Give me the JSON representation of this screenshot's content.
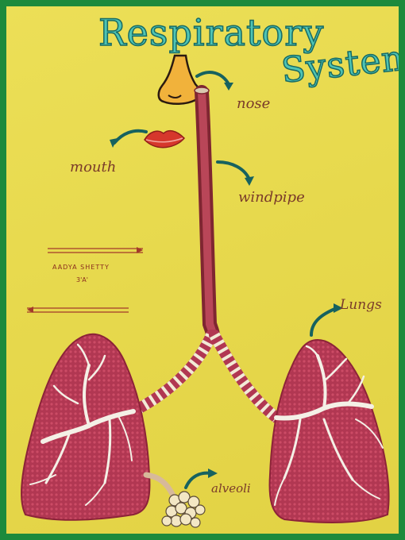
{
  "poster": {
    "title_line1": "Respiratory",
    "title_line2": "System",
    "author": "AADYA SHETTY",
    "class": "3'A'"
  },
  "labels": {
    "nose": "nose",
    "mouth": "mouth",
    "windpipe": "windpipe",
    "lungs": "Lungs",
    "alveoli": "alveoli"
  },
  "colors": {
    "frame": "#1d8a3c",
    "board": "#e7d94d",
    "title_fill": "#4fc4b4",
    "lung": "#b8354f",
    "arrow": "#17625f"
  }
}
